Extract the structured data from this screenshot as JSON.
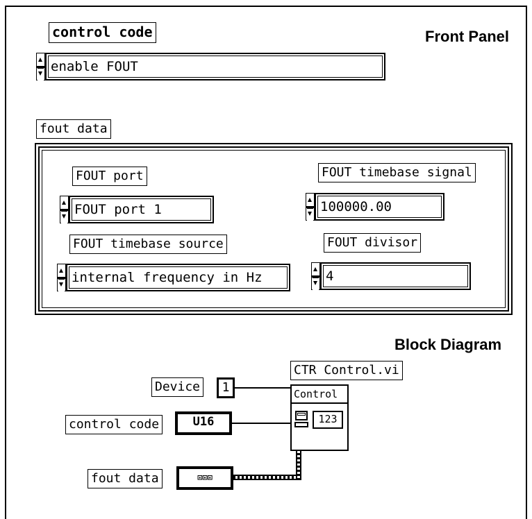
{
  "front_panel": {
    "section_title": "Front Panel",
    "control_code": {
      "label": "control code",
      "value": "enable FOUT"
    },
    "fout_data": {
      "label": "fout data",
      "fout_port": {
        "label": "FOUT port",
        "value": "FOUT port 1"
      },
      "fout_timebase_signal": {
        "label": "FOUT timebase signal",
        "value": "100000.00"
      },
      "fout_timebase_source": {
        "label": "FOUT timebase source",
        "value": "internal frequency in Hz"
      },
      "fout_divisor": {
        "label": "FOUT divisor",
        "value": "4"
      }
    }
  },
  "block_diagram": {
    "section_title": "Block Diagram",
    "subvi_name": "CTR Control.vi",
    "subvi_header": "Control",
    "subvi_output": "123",
    "device_label": "Device",
    "device_value": "1",
    "control_code_label": "control code",
    "control_code_type": "U16",
    "fout_data_label": "fout data",
    "fout_data_type": "⊡⊡⊡"
  }
}
